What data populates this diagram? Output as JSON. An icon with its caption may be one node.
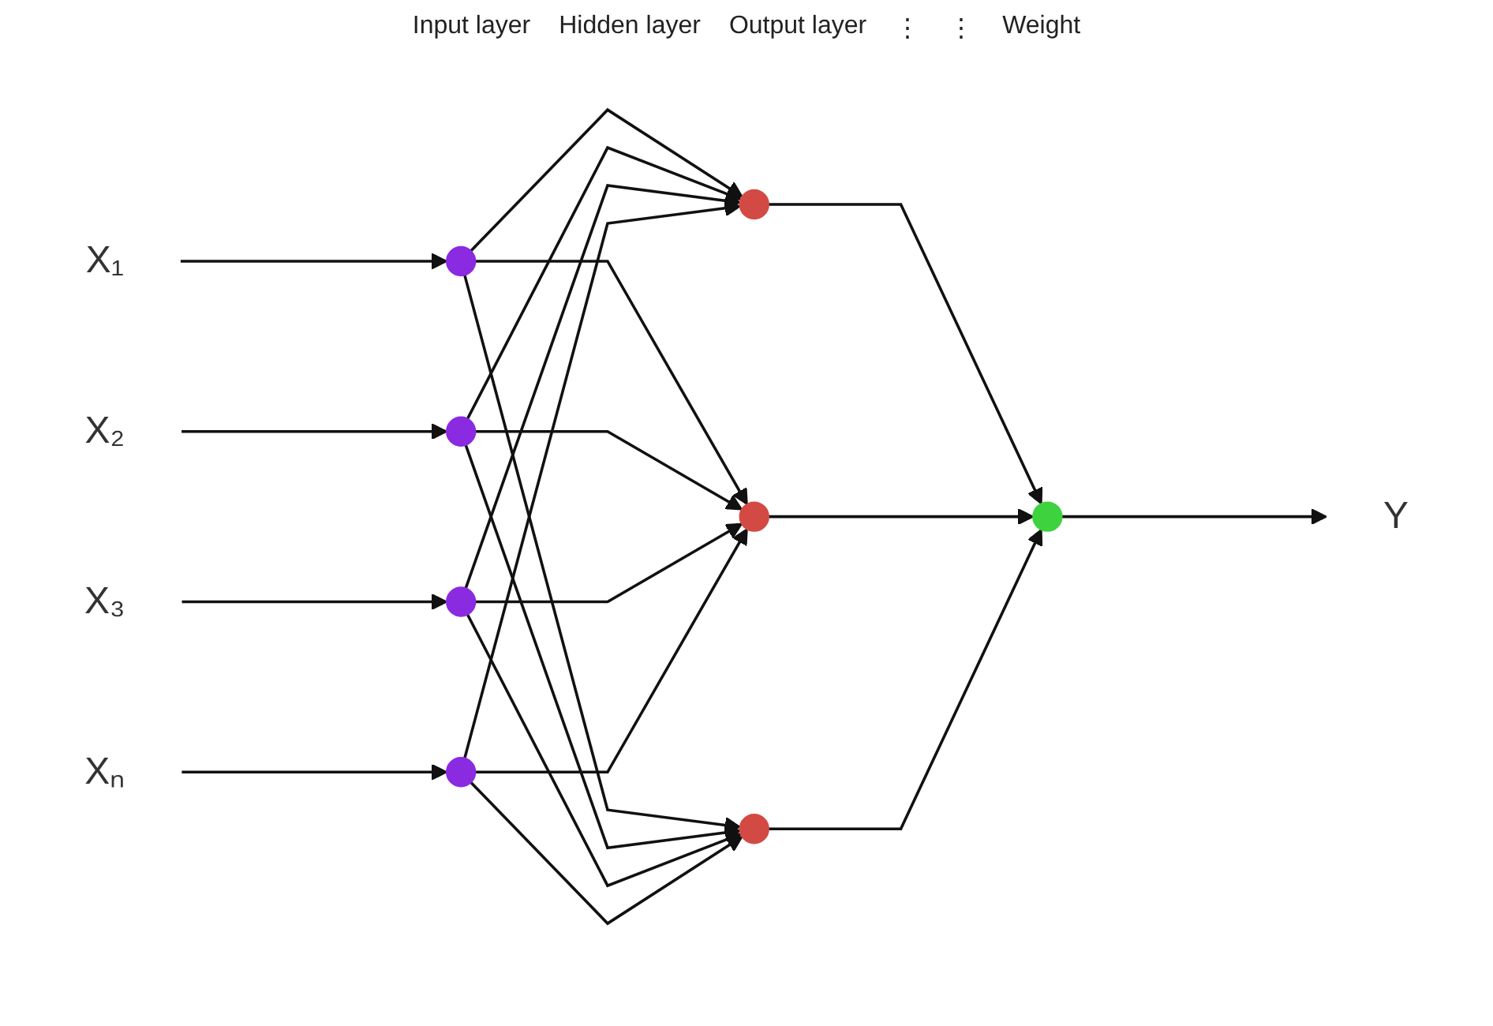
{
  "diagram": {
    "nodes": [
      {
        "text": [
          "X₁"
        ]
      },
      {
        "text": [
          "X₂"
        ]
      },
      {
        "text": [
          "X₃"
        ]
      },
      {
        "text": [
          "Xₙ"
        ]
      },
      {
        "text": [],
        "shape": "circle"
      },
      {
        "text": [],
        "shape": "circle"
      },
      {
        "text": [],
        "shape": "circle"
      },
      {
        "text": [],
        "shape": "circle"
      },
      {
        "text": [],
        "shape": "circle"
      },
      {
        "text": [],
        "shape": "circle"
      },
      {
        "text": [],
        "shape": "circle"
      },
      {
        "text": [],
        "shape": "circle"
      },
      {
        "text": [
          "Y"
        ]
      }
    ],
    "edges": [
      {
        "from": 0,
        "to": 4,
        "arrow": "to"
      },
      {
        "from": 1,
        "to": 5,
        "arrow": "to"
      },
      {
        "from": 2,
        "to": 6,
        "arrow": "to"
      },
      {
        "from": 3,
        "to": 7,
        "arrow": "to"
      },
      {
        "from": 4,
        "to": 8,
        "arrow": "to"
      },
      {
        "from": 4,
        "to": 9,
        "arrow": "to"
      },
      {
        "from": 4,
        "to": 10,
        "arrow": "to"
      },
      {
        "from": 5,
        "to": 8,
        "arrow": "to"
      },
      {
        "from": 5,
        "to": 9,
        "arrow": "to"
      },
      {
        "from": 5,
        "to": 10,
        "arrow": "to"
      },
      {
        "from": 6,
        "to": 8,
        "arrow": "to"
      },
      {
        "from": 6,
        "to": 9,
        "arrow": "to"
      },
      {
        "from": 6,
        "to": 10,
        "arrow": "to"
      },
      {
        "from": 7,
        "to": 8,
        "arrow": "to"
      },
      {
        "from": 7,
        "to": 9,
        "arrow": "to"
      },
      {
        "from": 7,
        "to": 10,
        "arrow": "to"
      },
      {
        "from": 8,
        "to": 11,
        "arrow": "to"
      },
      {
        "from": 9,
        "to": 11,
        "arrow": "to"
      },
      {
        "from": 10,
        "to": 11,
        "arrow": "to"
      },
      {
        "from": 11,
        "to": 12,
        "arrow": "to"
      }
    ],
    "labels": [
      "Input layer",
      "Hidden layer",
      "Output layer",
      "⋮",
      "⋮",
      "Weight"
    ]
  }
}
